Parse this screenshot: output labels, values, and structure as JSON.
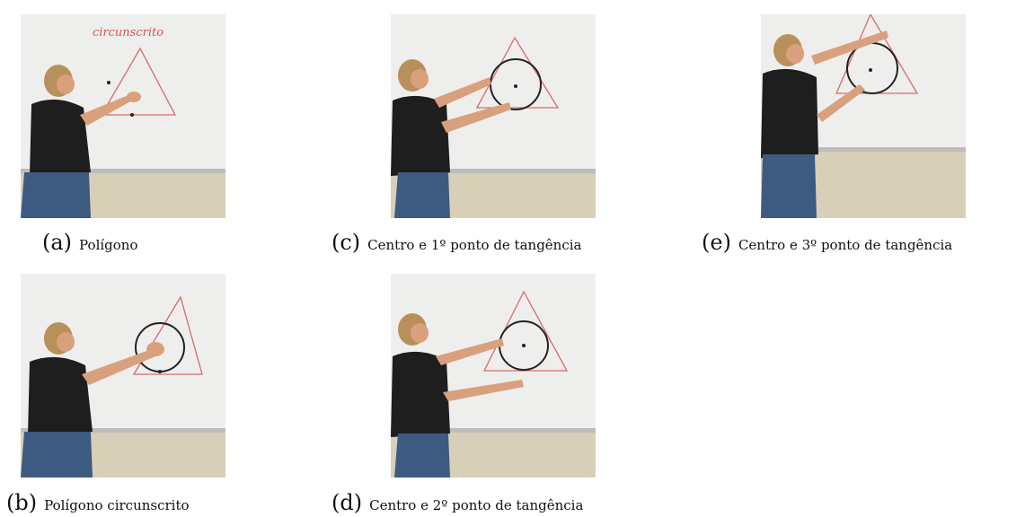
{
  "figure": {
    "panels": [
      {
        "letter": "(a)",
        "caption": "Polígono",
        "board_text": "circunscrito"
      },
      {
        "letter": "(b)",
        "caption": "Polígono circunscrito"
      },
      {
        "letter": "(c)",
        "caption": "Centro e 1º ponto de tangência"
      },
      {
        "letter": "(d)",
        "caption": "Centro e 2º ponto de tangência"
      },
      {
        "letter": "(e)",
        "caption": "Centro e 3º ponto de tangência"
      }
    ]
  },
  "colors": {
    "whiteboard": "#eeeeec",
    "wall": "#d8cfb8",
    "triangle": "#d96a6a",
    "circle": "#222222",
    "shirt": "#1e1e1e",
    "jeans": "#3d5a80",
    "hair": "#b8905a",
    "skin": "#d8a07c"
  }
}
